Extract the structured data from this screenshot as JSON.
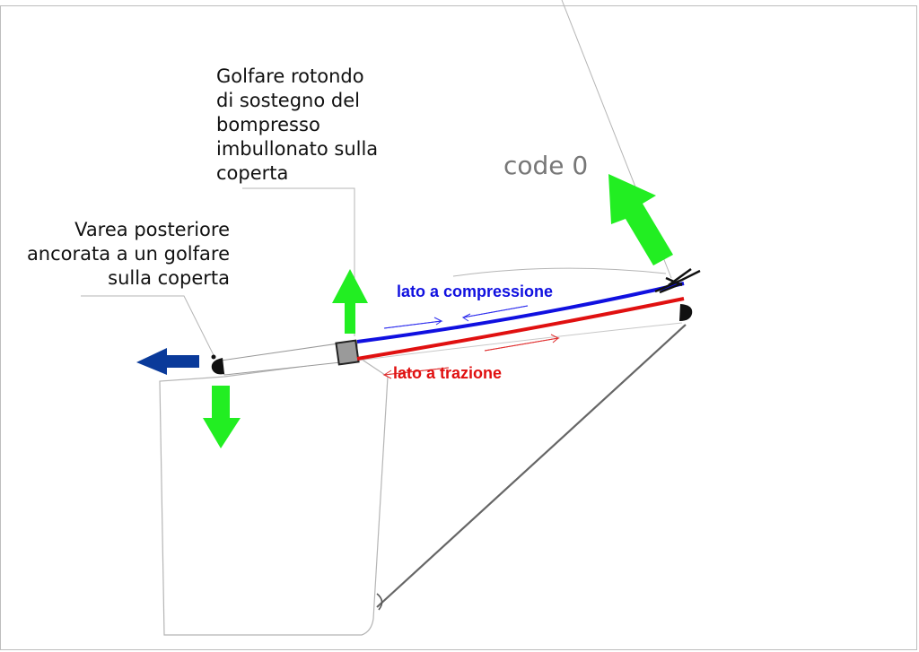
{
  "labels": {
    "golfare": [
      "Golfare rotondo",
      "di sostegno del",
      "bompresso",
      "imbullonato sulla",
      "coperta"
    ],
    "varea": [
      "Varea posteriore",
      "ancorata a un golfare",
      "sulla coperta"
    ],
    "code0": "code 0",
    "compression": "lato a compressione",
    "traction": "lato a trazione"
  },
  "colors": {
    "compression": "#1010e0",
    "traction": "#e01010",
    "lift_arrow": "#22ee22",
    "pull_arrow": "#0a3a9a",
    "outline": "#bbbbbb",
    "stay": "#666666"
  }
}
